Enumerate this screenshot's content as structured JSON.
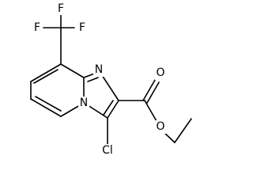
{
  "structure": {
    "atoms": {
      "f_left": "F",
      "f_top": "F",
      "f_right": "F",
      "n_imine": "N",
      "n_bridge": "N",
      "o_carbonyl": "O",
      "o_ester": "O",
      "cl": "Cl"
    }
  }
}
